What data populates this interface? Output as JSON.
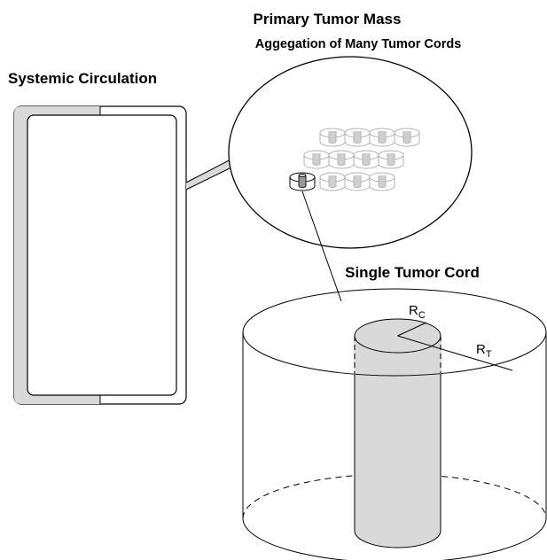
{
  "labels": {
    "primary_tumor_title": "Primary Tumor Mass",
    "primary_tumor_subtitle": "Aggegation of Many Tumor Cords",
    "systemic_circulation": "Systemic Circulation",
    "single_tumor_cord": "Single Tumor Cord",
    "rc_main": "R",
    "rc_sub": "C",
    "rt_main": "R",
    "rt_sub": "T"
  },
  "colors": {
    "line": "#000000",
    "gray_fill": "#d9d9d9",
    "ghost_line": "#b0b0b0",
    "background": "#ffffff"
  }
}
